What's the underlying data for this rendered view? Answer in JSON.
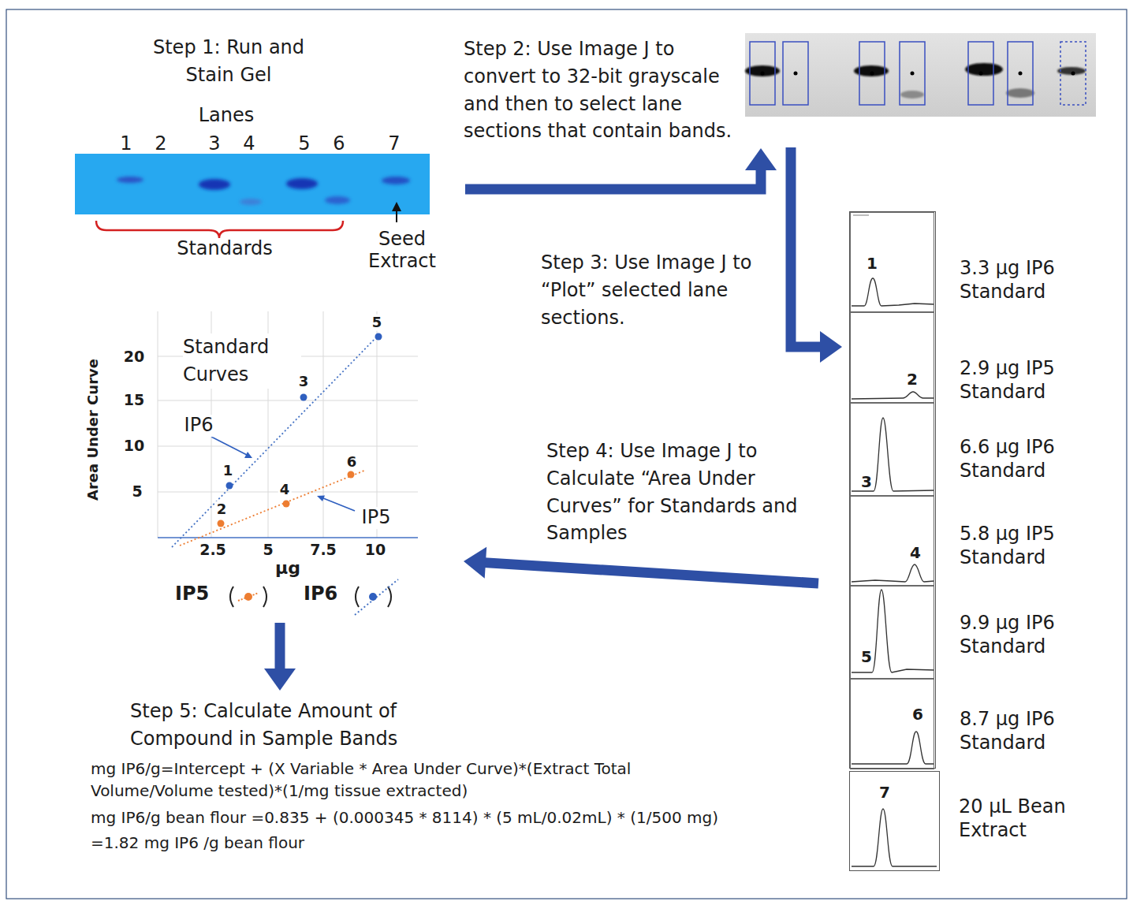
{
  "diagram": {
    "nodes": [
      {
        "text": [
          "Step 1: Run and Stain Gel"
        ]
      },
      {
        "text": [
          "Step 2: Use Image J to convert to 32-bit grayscale and then to select lane sections that contain bands."
        ]
      },
      {
        "text": [
          "Step 3: Use Image J to “Plot” selected lane sections."
        ]
      },
      {
        "text": [
          "1",
          "3.3 µg IP6 Standard"
        ],
        "in": 2
      },
      {
        "text": [
          "2",
          "2.9 µg IP5 Standard"
        ],
        "in": 2
      },
      {
        "text": [
          "3",
          "6.6 µg IP6 Standard"
        ],
        "in": 2
      },
      {
        "text": [
          "4",
          "5.8 µg IP5 Standard"
        ],
        "in": 2
      },
      {
        "text": [
          "5",
          "9.9 µg IP6 Standard"
        ],
        "in": 2
      },
      {
        "text": [
          "6",
          "8.7 µg IP6 Standard"
        ],
        "in": 2
      },
      {
        "text": [
          "7",
          "20 µL Bean Extract"
        ]
      },
      {
        "text": [
          "Standard Curves"
        ]
      },
      {
        "text": [
          "Step 5: Calculate Amount of Compound in Sample Bands",
          "mg IP6/g=Intercept + (X Variable * Area Under Curve)*(Extract Total Volume/Volume tested)*(1/mg tissue extracted)",
          "mg IP6/g bean flour =0.835 + (0.000345 * 8114) * (5 mL/0.02mL) * (1/500 mg)",
          "=1.82 mg IP6 /g bean flour"
        ]
      }
    ],
    "edges": [
      {
        "from": 0,
        "to": 1,
        "arrow": "to"
      },
      {
        "from": 1,
        "to": 2,
        "arrow": "to"
      },
      {
        "from": 2,
        "to": 10,
        "arrow": "to",
        "label": "Step 4: Use Image J to Calculate “Area Under Curves” for Standards and Samples"
      },
      {
        "from": 10,
        "to": 11,
        "arrow": "to"
      }
    ],
    "labels": [
      "Lanes",
      "1",
      "2",
      "3",
      "4",
      "5",
      "6",
      "7",
      "Standards",
      "Seed Extract",
      "Area Under Curve",
      "20",
      "15",
      "10",
      "5",
      "2.5",
      "5",
      "7.5",
      "10",
      "µg",
      "5",
      "3",
      "1",
      "2",
      "4",
      "6",
      "IP6",
      "IP5"
    ],
    "legend": [
      {
        "text": "IP5"
      },
      {
        "text": "IP6"
      }
    ]
  }
}
